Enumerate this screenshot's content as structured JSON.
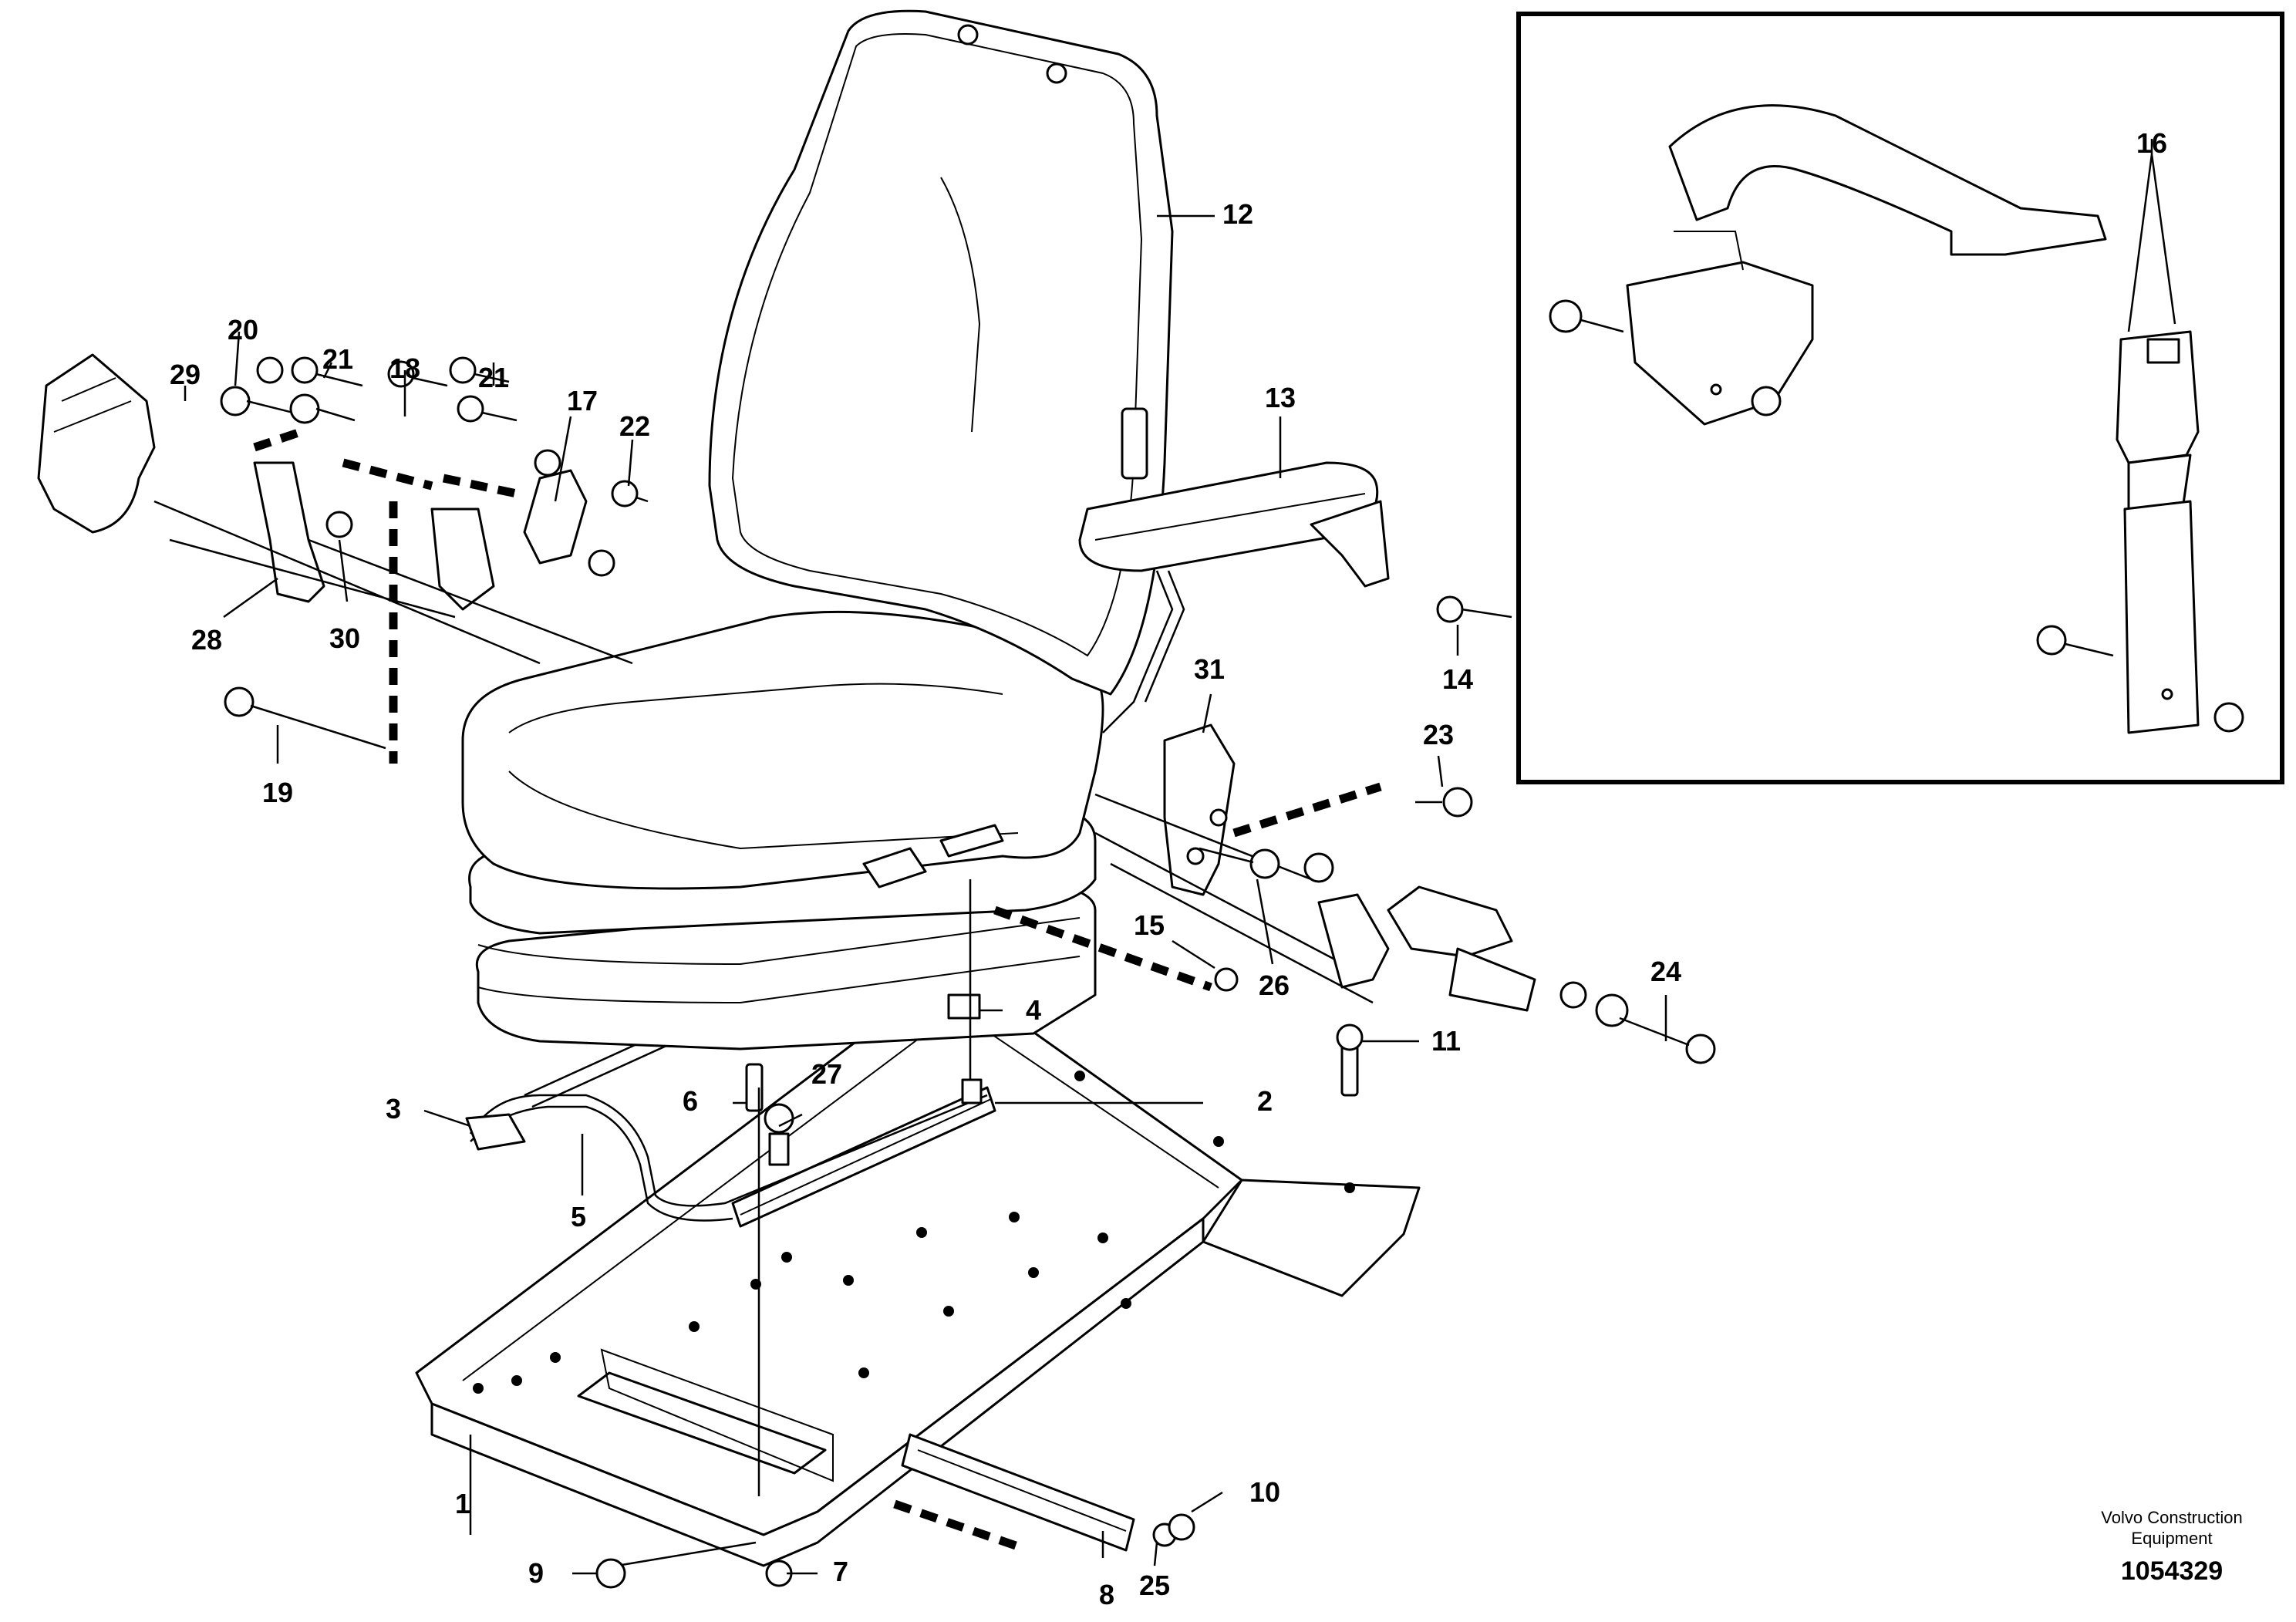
{
  "diagram": {
    "part_labels": [
      "1",
      "2",
      "3",
      "4",
      "5",
      "6",
      "7",
      "8",
      "9",
      "10",
      "11",
      "12",
      "13",
      "14",
      "15",
      "16",
      "17",
      "18",
      "19",
      "20",
      "21",
      "21",
      "22",
      "23",
      "24",
      "25",
      "26",
      "27",
      "28",
      "29",
      "30",
      "31"
    ],
    "credit_line1": "Volvo Construction",
    "credit_line2": "Equipment",
    "document_number": "1054329"
  }
}
